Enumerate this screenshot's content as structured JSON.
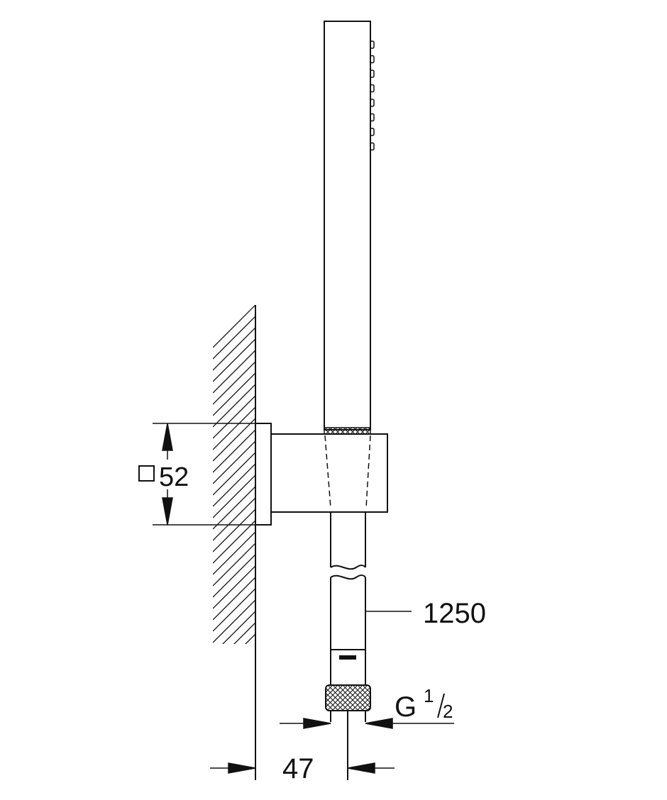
{
  "dimensions": {
    "bracket_square": "52",
    "hose_length": "1250",
    "thread": {
      "prefix": "G",
      "numerator": "1",
      "denominator": "2"
    },
    "wall_offset": "47"
  },
  "colors": {
    "line": "#111111",
    "background": "#ffffff"
  }
}
